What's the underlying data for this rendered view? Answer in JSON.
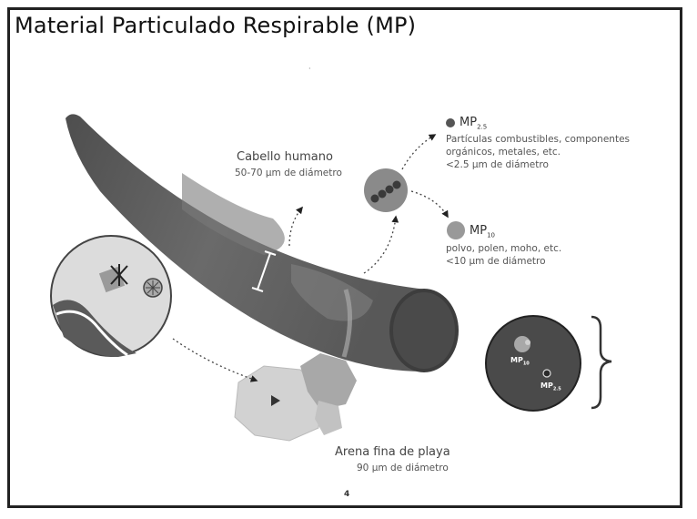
{
  "title": "Material Particulado Respirable (MP)",
  "labels": {
    "hair": {
      "name": "Cabello humano",
      "size": "50-70 µm de diámetro"
    },
    "mp25": {
      "name": "MP",
      "sub": "2.5",
      "lines": [
        "Partículas combustibles, componentes",
        "orgánicos, metales, etc.",
        "<2.5 µm de diámetro"
      ]
    },
    "mp10": {
      "name": "MP",
      "sub": "10",
      "lines": [
        "polvo, polen, moho, etc.",
        "<10 µm de diámetro"
      ]
    },
    "sand": {
      "name": "Arena fina de playa",
      "size": "90 µm de diámetro"
    },
    "inset_mp10": {
      "name": "MP",
      "sub": "10"
    },
    "inset_mp25": {
      "name": "MP",
      "sub": "2.5"
    }
  },
  "page_number": "4",
  "colors": {
    "hair_dark": "#5a5a5a",
    "hair_light": "#9a9a9a",
    "particle": "#8c8c8c",
    "sand": "#d0d0d0",
    "text": "#333333"
  }
}
